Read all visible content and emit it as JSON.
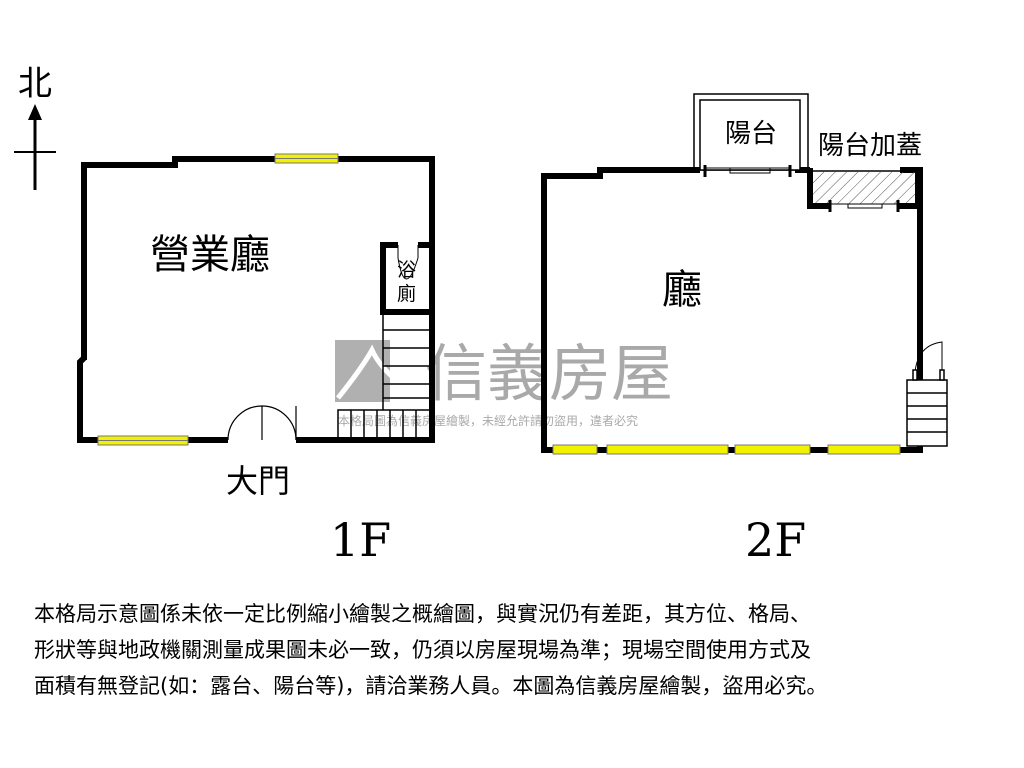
{
  "north_label": "北",
  "floors": [
    {
      "name": "1F",
      "rooms": [
        "營業廳",
        "浴",
        "廁"
      ],
      "entrance": "大門"
    },
    {
      "name": "2F",
      "rooms": [
        "廳",
        "陽台",
        "陽台加蓋"
      ]
    }
  ],
  "watermark": {
    "brand": "信義房屋",
    "notice": "本格局圖為信義房屋繪製，未經允許請勿盜用，違者必究"
  },
  "disclaimer": [
    "本格局示意圖係未依一定比例縮小繪製之概繪圖，與實況仍有差距，其方位、格局、",
    "形狀等與地政機關測量成果圖未必一致，仍須以房屋現場為準；現場空間使用方式及",
    "面積有無登記(如：露台、陽台等)，請洽業務人員。本圖為信義房屋繪製，盜用必究。"
  ],
  "colors": {
    "wall": "#000000",
    "window": "#f2f200",
    "watermark": "#a0a0a0"
  }
}
